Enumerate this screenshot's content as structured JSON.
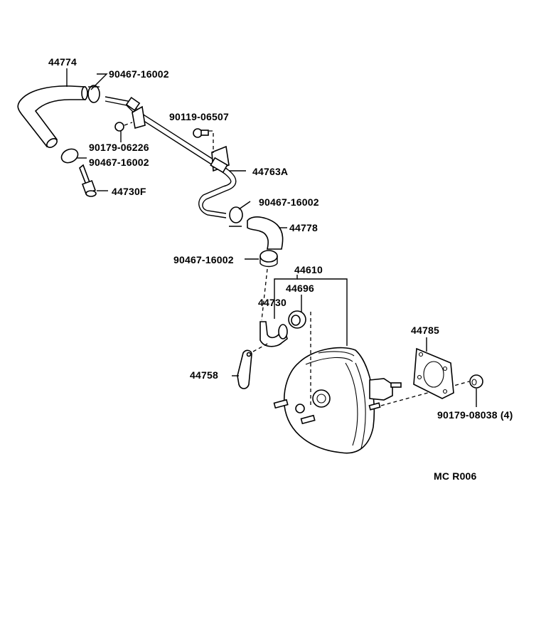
{
  "diagram": {
    "title_code": "MC R006",
    "background": "#ffffff",
    "ink": "#000000",
    "parts": [
      {
        "id": "hose-upper-left",
        "label": "44774"
      },
      {
        "id": "clamp-top",
        "label": "90467-16002"
      },
      {
        "id": "bolt-bracket",
        "label": "90119-06507"
      },
      {
        "id": "nut-small",
        "label": "90179-06226"
      },
      {
        "id": "clamp-left",
        "label": "90467-16002"
      },
      {
        "id": "check-valve-fitting",
        "label": "44730F"
      },
      {
        "id": "vacuum-pipe",
        "label": "44763A"
      },
      {
        "id": "clamp-mid",
        "label": "90467-16002"
      },
      {
        "id": "hose-elbow",
        "label": "44778"
      },
      {
        "id": "clamp-lower",
        "label": "90467-16002"
      },
      {
        "id": "booster-assembly",
        "label": "44610"
      },
      {
        "id": "grommet",
        "label": "44696"
      },
      {
        "id": "check-valve",
        "label": "44730"
      },
      {
        "id": "bracket",
        "label": "44758"
      },
      {
        "id": "gasket",
        "label": "44785"
      },
      {
        "id": "nut-mount",
        "label": "90179-08038 (4)"
      }
    ]
  }
}
